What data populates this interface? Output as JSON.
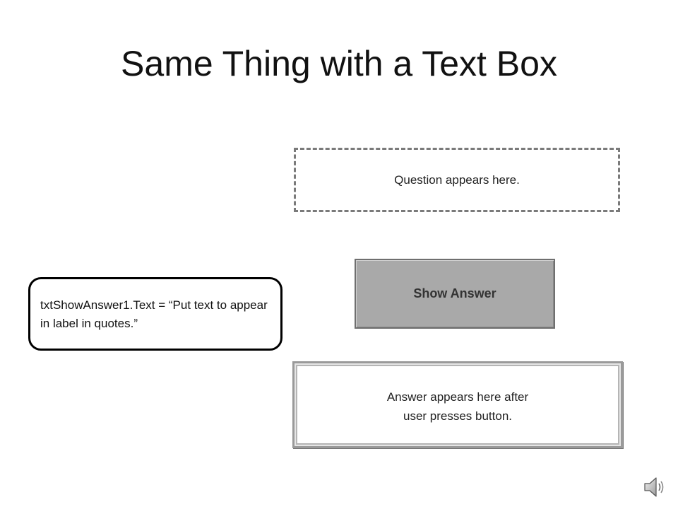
{
  "slide": {
    "title": "Same Thing with a Text Box"
  },
  "question_box": {
    "text": "Question appears here."
  },
  "show_answer_button": {
    "label": "Show Answer"
  },
  "code_callout": {
    "text": "txtShowAnswer1.Text = “Put text to appear in label in quotes.”"
  },
  "answer_textbox": {
    "line1": "Answer appears here after",
    "line2": "user presses button."
  },
  "icons": {
    "speaker": "speaker-icon"
  }
}
